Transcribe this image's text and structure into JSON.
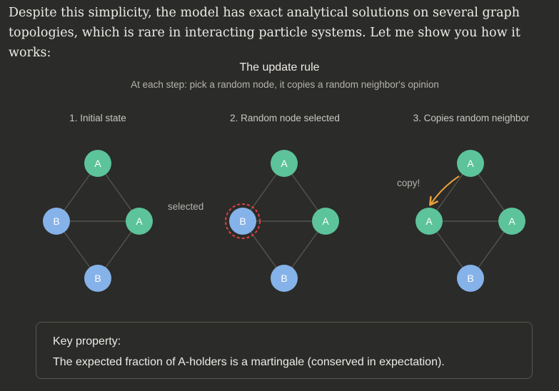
{
  "intro_text": "Despite this simplicity, the model has exact analytical solutions on several graph topologies, which is rare in interacting particle systems. Let me show you how it works:",
  "figure": {
    "title": "The update rule",
    "subtitle": "At each step: pick a random node, it copies a random neighbor's opinion",
    "panels": [
      {
        "label": "1. Initial state",
        "nodes": [
          {
            "name": "top",
            "opinion": "A"
          },
          {
            "name": "left",
            "opinion": "B"
          },
          {
            "name": "right",
            "opinion": "A"
          },
          {
            "name": "bottom",
            "opinion": "B"
          }
        ]
      },
      {
        "label": "2. Random node selected",
        "selected_annotation": "selected",
        "nodes": [
          {
            "name": "top",
            "opinion": "A"
          },
          {
            "name": "left",
            "opinion": "B",
            "selected": true
          },
          {
            "name": "right",
            "opinion": "A"
          },
          {
            "name": "bottom",
            "opinion": "B"
          }
        ]
      },
      {
        "label": "3. Copies random neighbor",
        "copy_annotation": "copy!",
        "nodes": [
          {
            "name": "top",
            "opinion": "A"
          },
          {
            "name": "left",
            "opinion": "A"
          },
          {
            "name": "right",
            "opinion": "A"
          },
          {
            "name": "bottom",
            "opinion": "B"
          }
        ]
      }
    ],
    "colors": {
      "opinion_A": "#5cc39a",
      "opinion_B": "#85b2e8",
      "selected_ring": "#e0413b",
      "copy_arrow": "#e9a23b",
      "edge": "#5a5953"
    }
  },
  "key_property": {
    "title": "Key property:",
    "body": "The expected fraction of A-holders is a martingale (conserved in expectation)."
  }
}
